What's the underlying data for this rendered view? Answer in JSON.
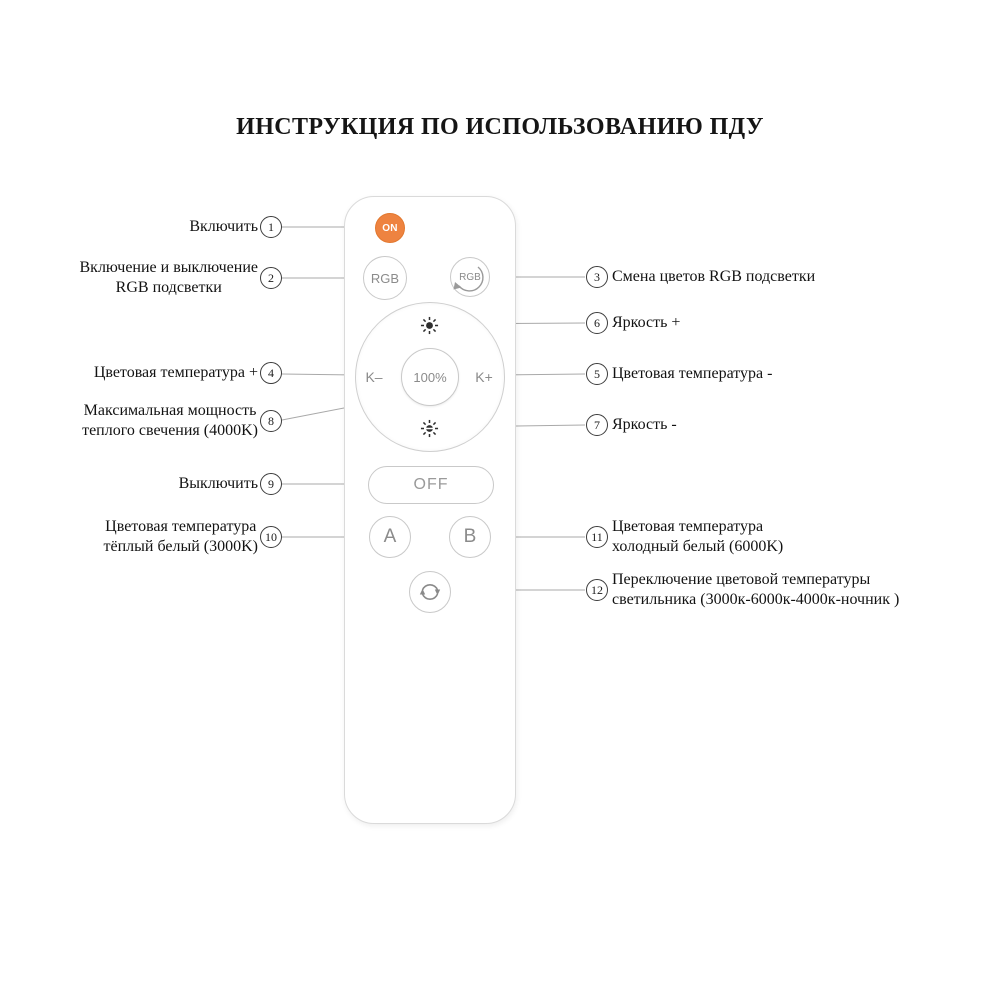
{
  "title": "ИНСТРУКЦИЯ ПО ИСПОЛЬЗОВАНИЮ ПДУ",
  "remote": {
    "on_label": "ON",
    "rgb_label": "RGB",
    "rgb_cycle_label": "RGB",
    "k_minus_label": "K–",
    "full_power_label": "100%",
    "k_plus_label": "K+",
    "off_label": "OFF",
    "a_label": "A",
    "b_label": "B"
  },
  "callouts": [
    {
      "num": "1",
      "text": "Включить"
    },
    {
      "num": "2",
      "text": "Включение и выключение\nRGB подсветки"
    },
    {
      "num": "3",
      "text": "Смена цветов RGB подсветки"
    },
    {
      "num": "4",
      "text": "Цветовая температура +"
    },
    {
      "num": "5",
      "text": "Цветовая температура -"
    },
    {
      "num": "6",
      "text": "Яркость +"
    },
    {
      "num": "7",
      "text": "Яркость -"
    },
    {
      "num": "8",
      "text": "Максимальная мощность\nтеплого свечения (4000K)"
    },
    {
      "num": "9",
      "text": "Выключить"
    },
    {
      "num": "10",
      "text": "Цветовая температура\nтёплый белый (3000K)"
    },
    {
      "num": "11",
      "text": "Цветовая температура\nхолодный белый (6000K)"
    },
    {
      "num": "12",
      "text": "Переключение цветовой температуры\nсветильника  (3000к-6000к-4000к-ночник  )"
    }
  ],
  "colors": {
    "on_button_orange": "#EE8340",
    "callout_line_gray": "#A9A9A9",
    "button_text_gray": "#8B8B8B"
  }
}
